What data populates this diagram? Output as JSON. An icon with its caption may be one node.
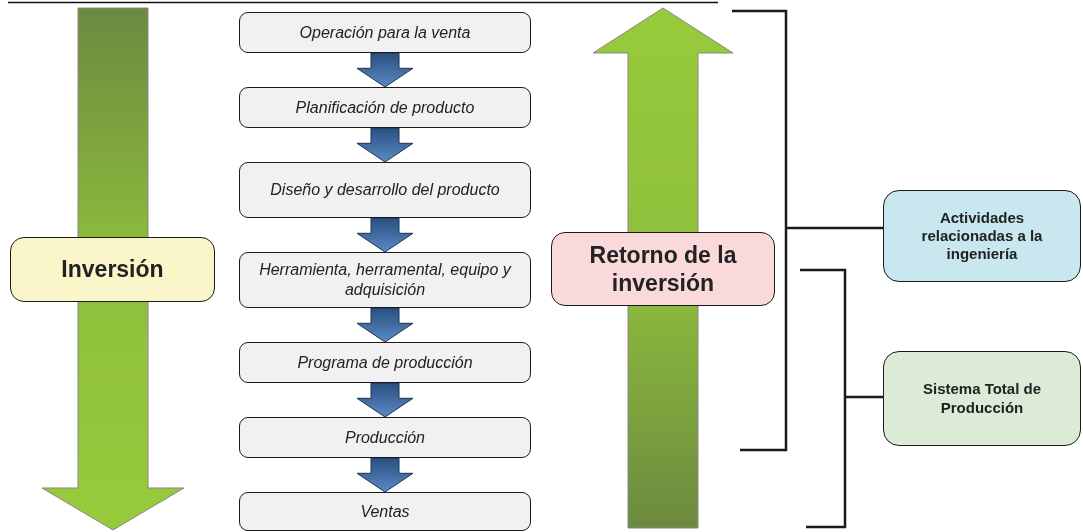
{
  "diagram": {
    "nodes": [
      {
        "text": [
          "Operación para la venta"
        ]
      },
      {
        "text": [
          "Planificación de producto"
        ]
      },
      {
        "text": [
          "Diseño y desarrollo del producto"
        ]
      },
      {
        "text": [
          "Herramienta, herramental, equipo y  adquisición"
        ]
      },
      {
        "text": [
          "Programa de producción"
        ]
      },
      {
        "text": [
          "Producción"
        ]
      },
      {
        "text": [
          "Ventas"
        ]
      },
      {
        "text": [
          "Inversión"
        ]
      },
      {
        "text": [
          "Retorno de la inversión"
        ]
      },
      {
        "text": [
          "Actividades relacionadas a la ingeniería"
        ]
      },
      {
        "text": [
          "Sistema Total de Producción"
        ]
      }
    ],
    "edges": [
      {
        "from": 0,
        "to": 1,
        "arrow": "to"
      },
      {
        "from": 1,
        "to": 2,
        "arrow": "to"
      },
      {
        "from": 2,
        "to": 3,
        "arrow": "to"
      },
      {
        "from": 3,
        "to": 4,
        "arrow": "to"
      },
      {
        "from": 4,
        "to": 5,
        "arrow": "to"
      },
      {
        "from": 5,
        "to": 6,
        "arrow": "to"
      }
    ]
  }
}
